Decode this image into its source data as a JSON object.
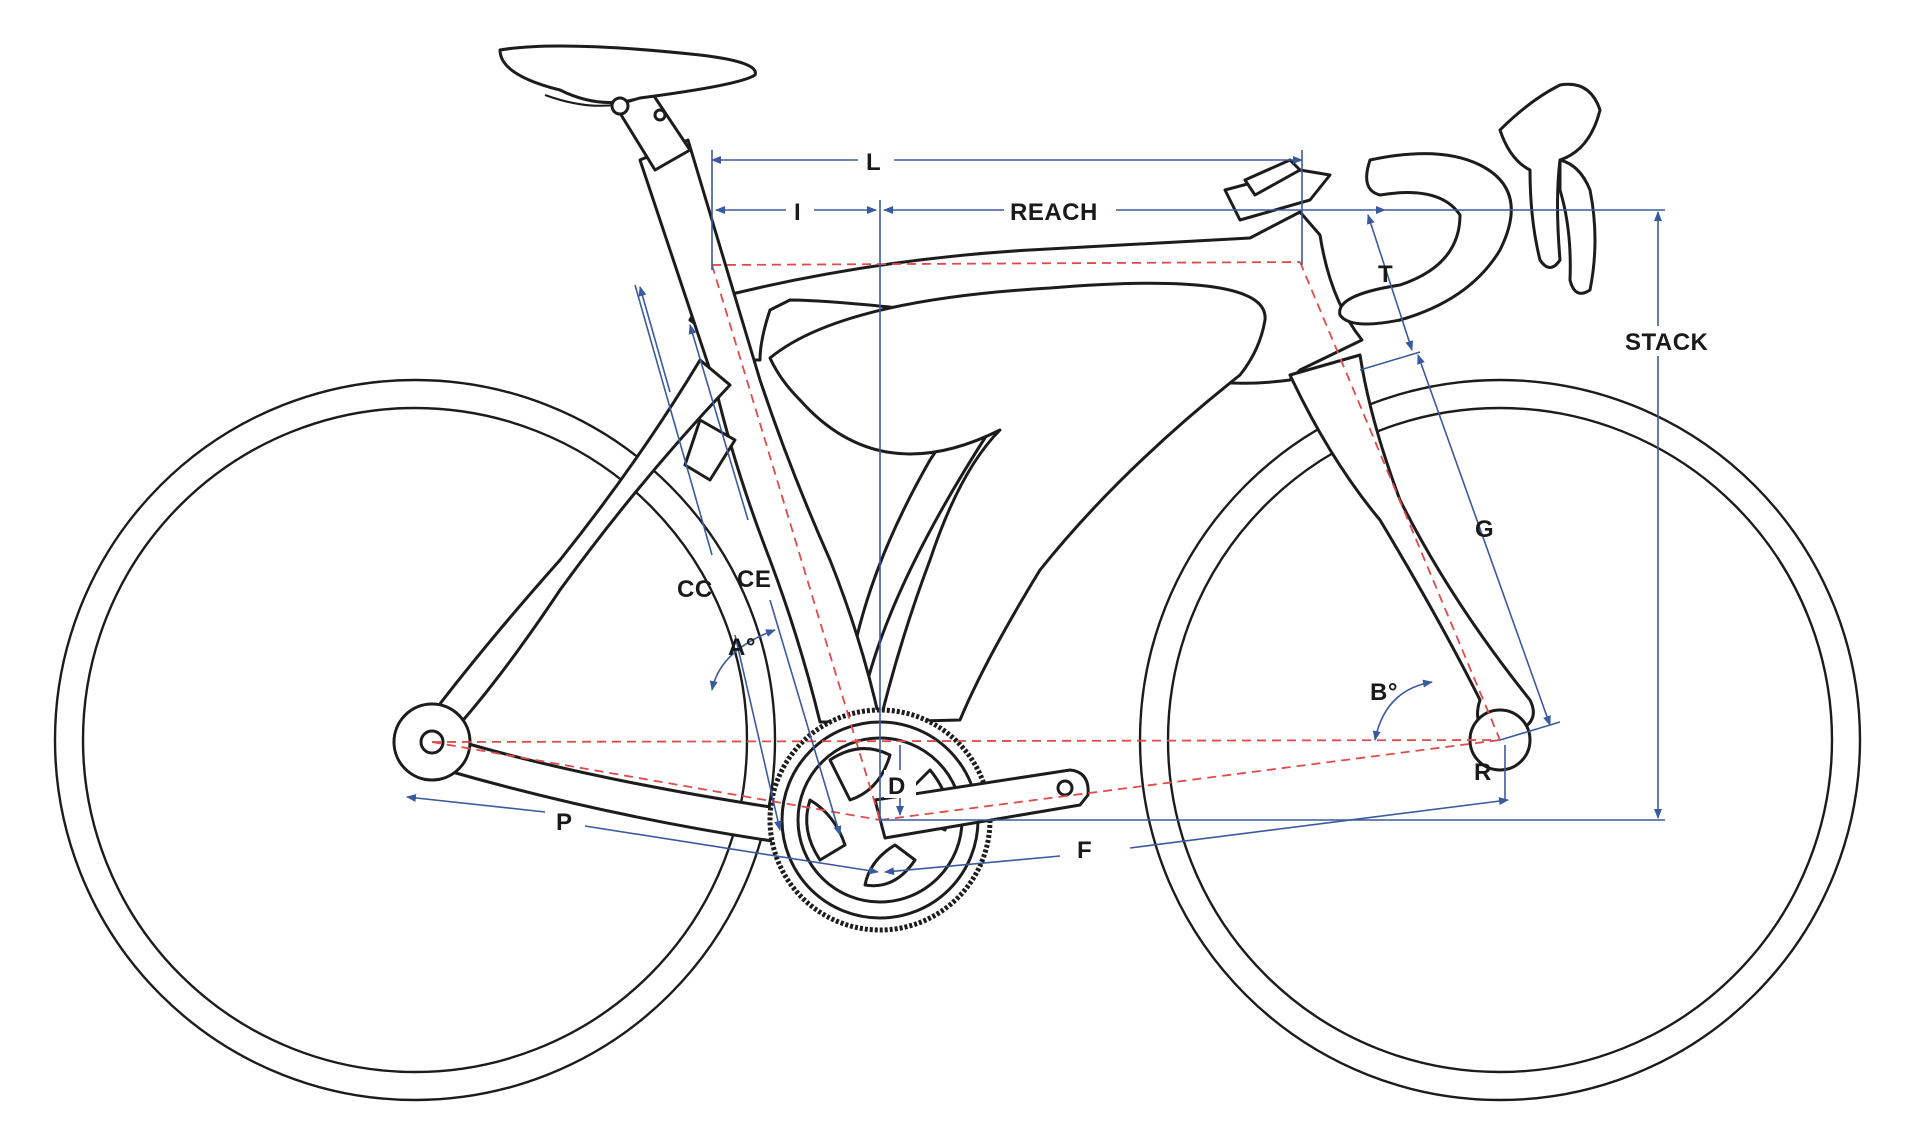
{
  "diagram": {
    "type": "bicycle-frame-geometry",
    "colors": {
      "outline": "#1c1c1c",
      "dimension_lines": "#3a5aa0",
      "geometry_lines": "#e04a4a",
      "background": "#ffffff"
    },
    "labels": {
      "L": "L",
      "I": "I",
      "REACH": "REACH",
      "T": "T",
      "STACK": "STACK",
      "G": "G",
      "CC": "CC",
      "CE": "CE",
      "A": "A°",
      "B": "B°",
      "D": "D",
      "R": "R",
      "P": "P",
      "F": "F"
    }
  }
}
